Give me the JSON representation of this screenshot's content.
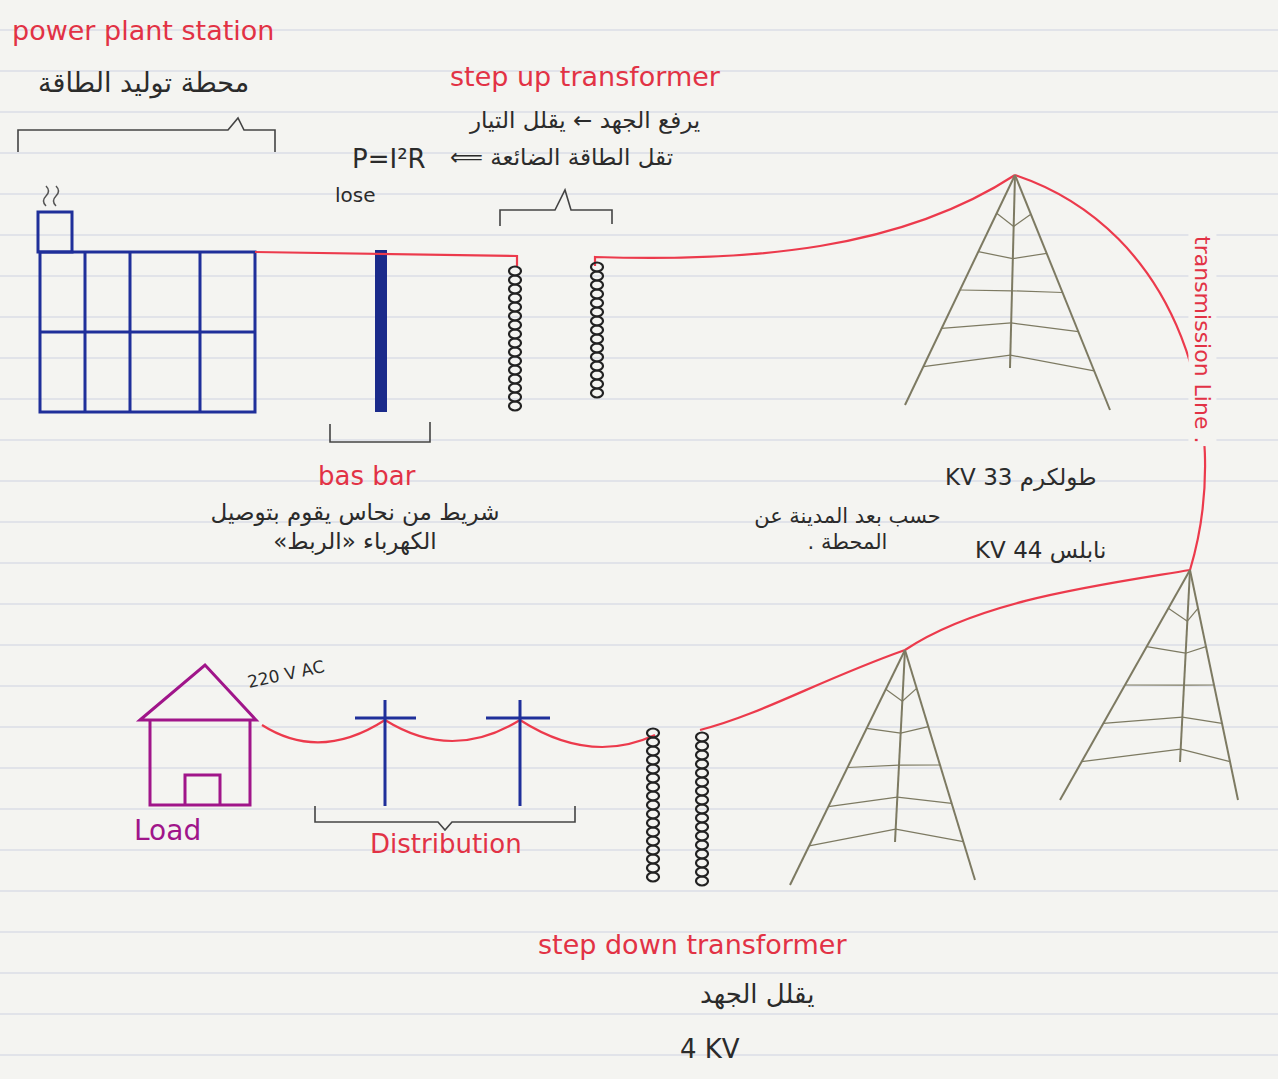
{
  "diagram": {
    "nodes": [
      {
        "text": [
          "power plant station",
          "محطة توليد الطاقة"
        ]
      },
      {
        "text": [
          "Load"
        ]
      }
    ],
    "labels": [
      "step up transformer",
      "يرفع الجهد ← يقلل التيار",
      "تقل الطاقة الضائعة ⟸",
      "P=I²R",
      "lose",
      "bas bar",
      "شريط من نحاس يقوم بتوصيل الكهرباء «الربط»",
      "transmission Line .",
      "طولكرم 33 KV",
      "حسب بعد المدينة عن المحطة .",
      "نابلس 44 KV",
      "220 V AC",
      "Distribution",
      "step down transformer",
      "يقلل الجهد",
      "4 KV"
    ]
  }
}
